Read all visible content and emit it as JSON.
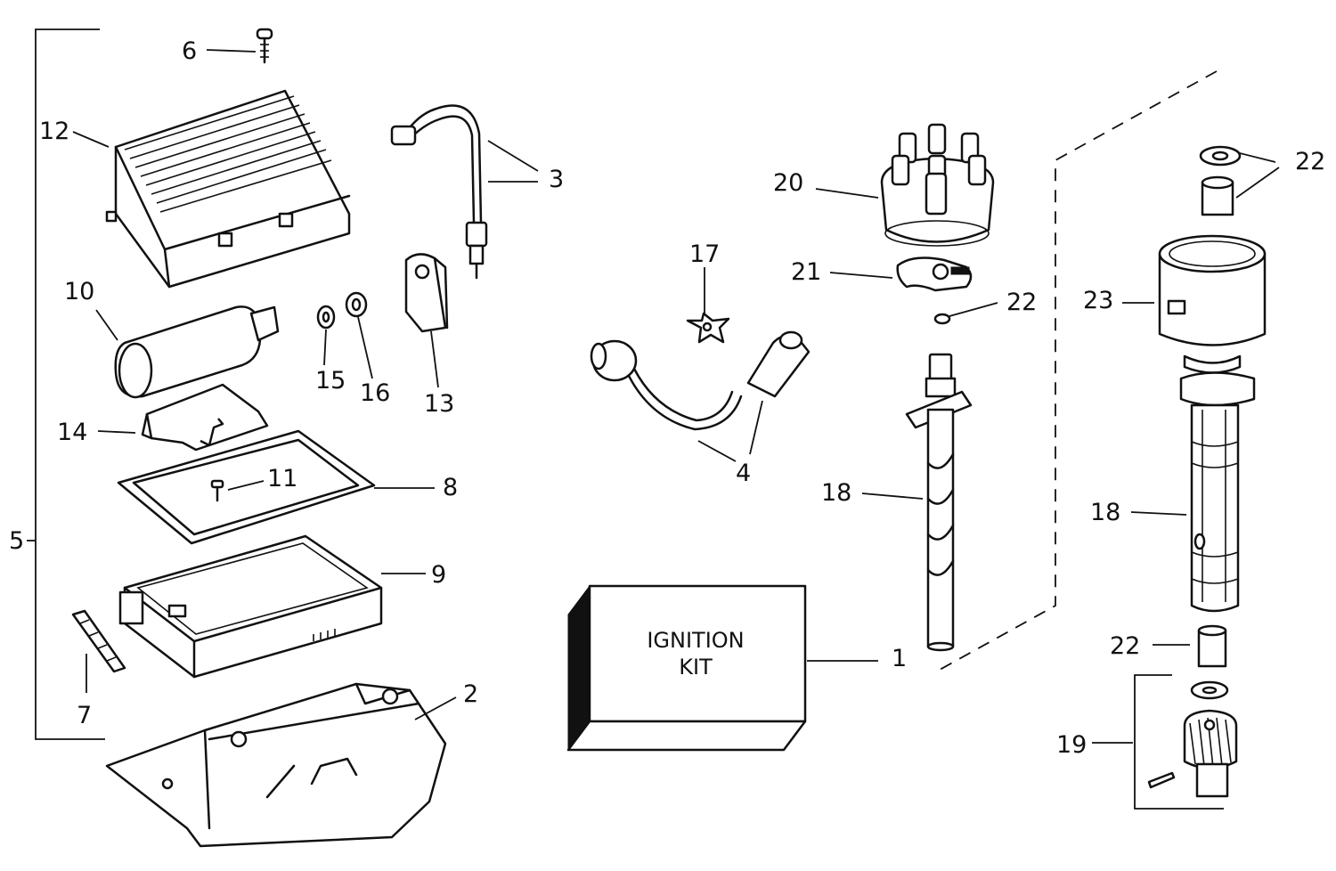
{
  "kit_box": {
    "line1": "IGNITION",
    "line2": "KIT"
  },
  "callouts": {
    "c1": "1",
    "c2": "2",
    "c3": "3",
    "c4": "4",
    "c5": "5",
    "c6": "6",
    "c7": "7",
    "c8": "8",
    "c9": "9",
    "c10": "10",
    "c11": "11",
    "c12": "12",
    "c13": "13",
    "c14": "14",
    "c15": "15",
    "c16": "16",
    "c17": "17",
    "c18a": "18",
    "c18b": "18",
    "c19": "19",
    "c20": "20",
    "c21": "21",
    "c22a": "22",
    "c22b": "22",
    "c22c": "22",
    "c23": "23"
  },
  "colors": {
    "ink": "#111111",
    "paper": "#ffffff"
  }
}
